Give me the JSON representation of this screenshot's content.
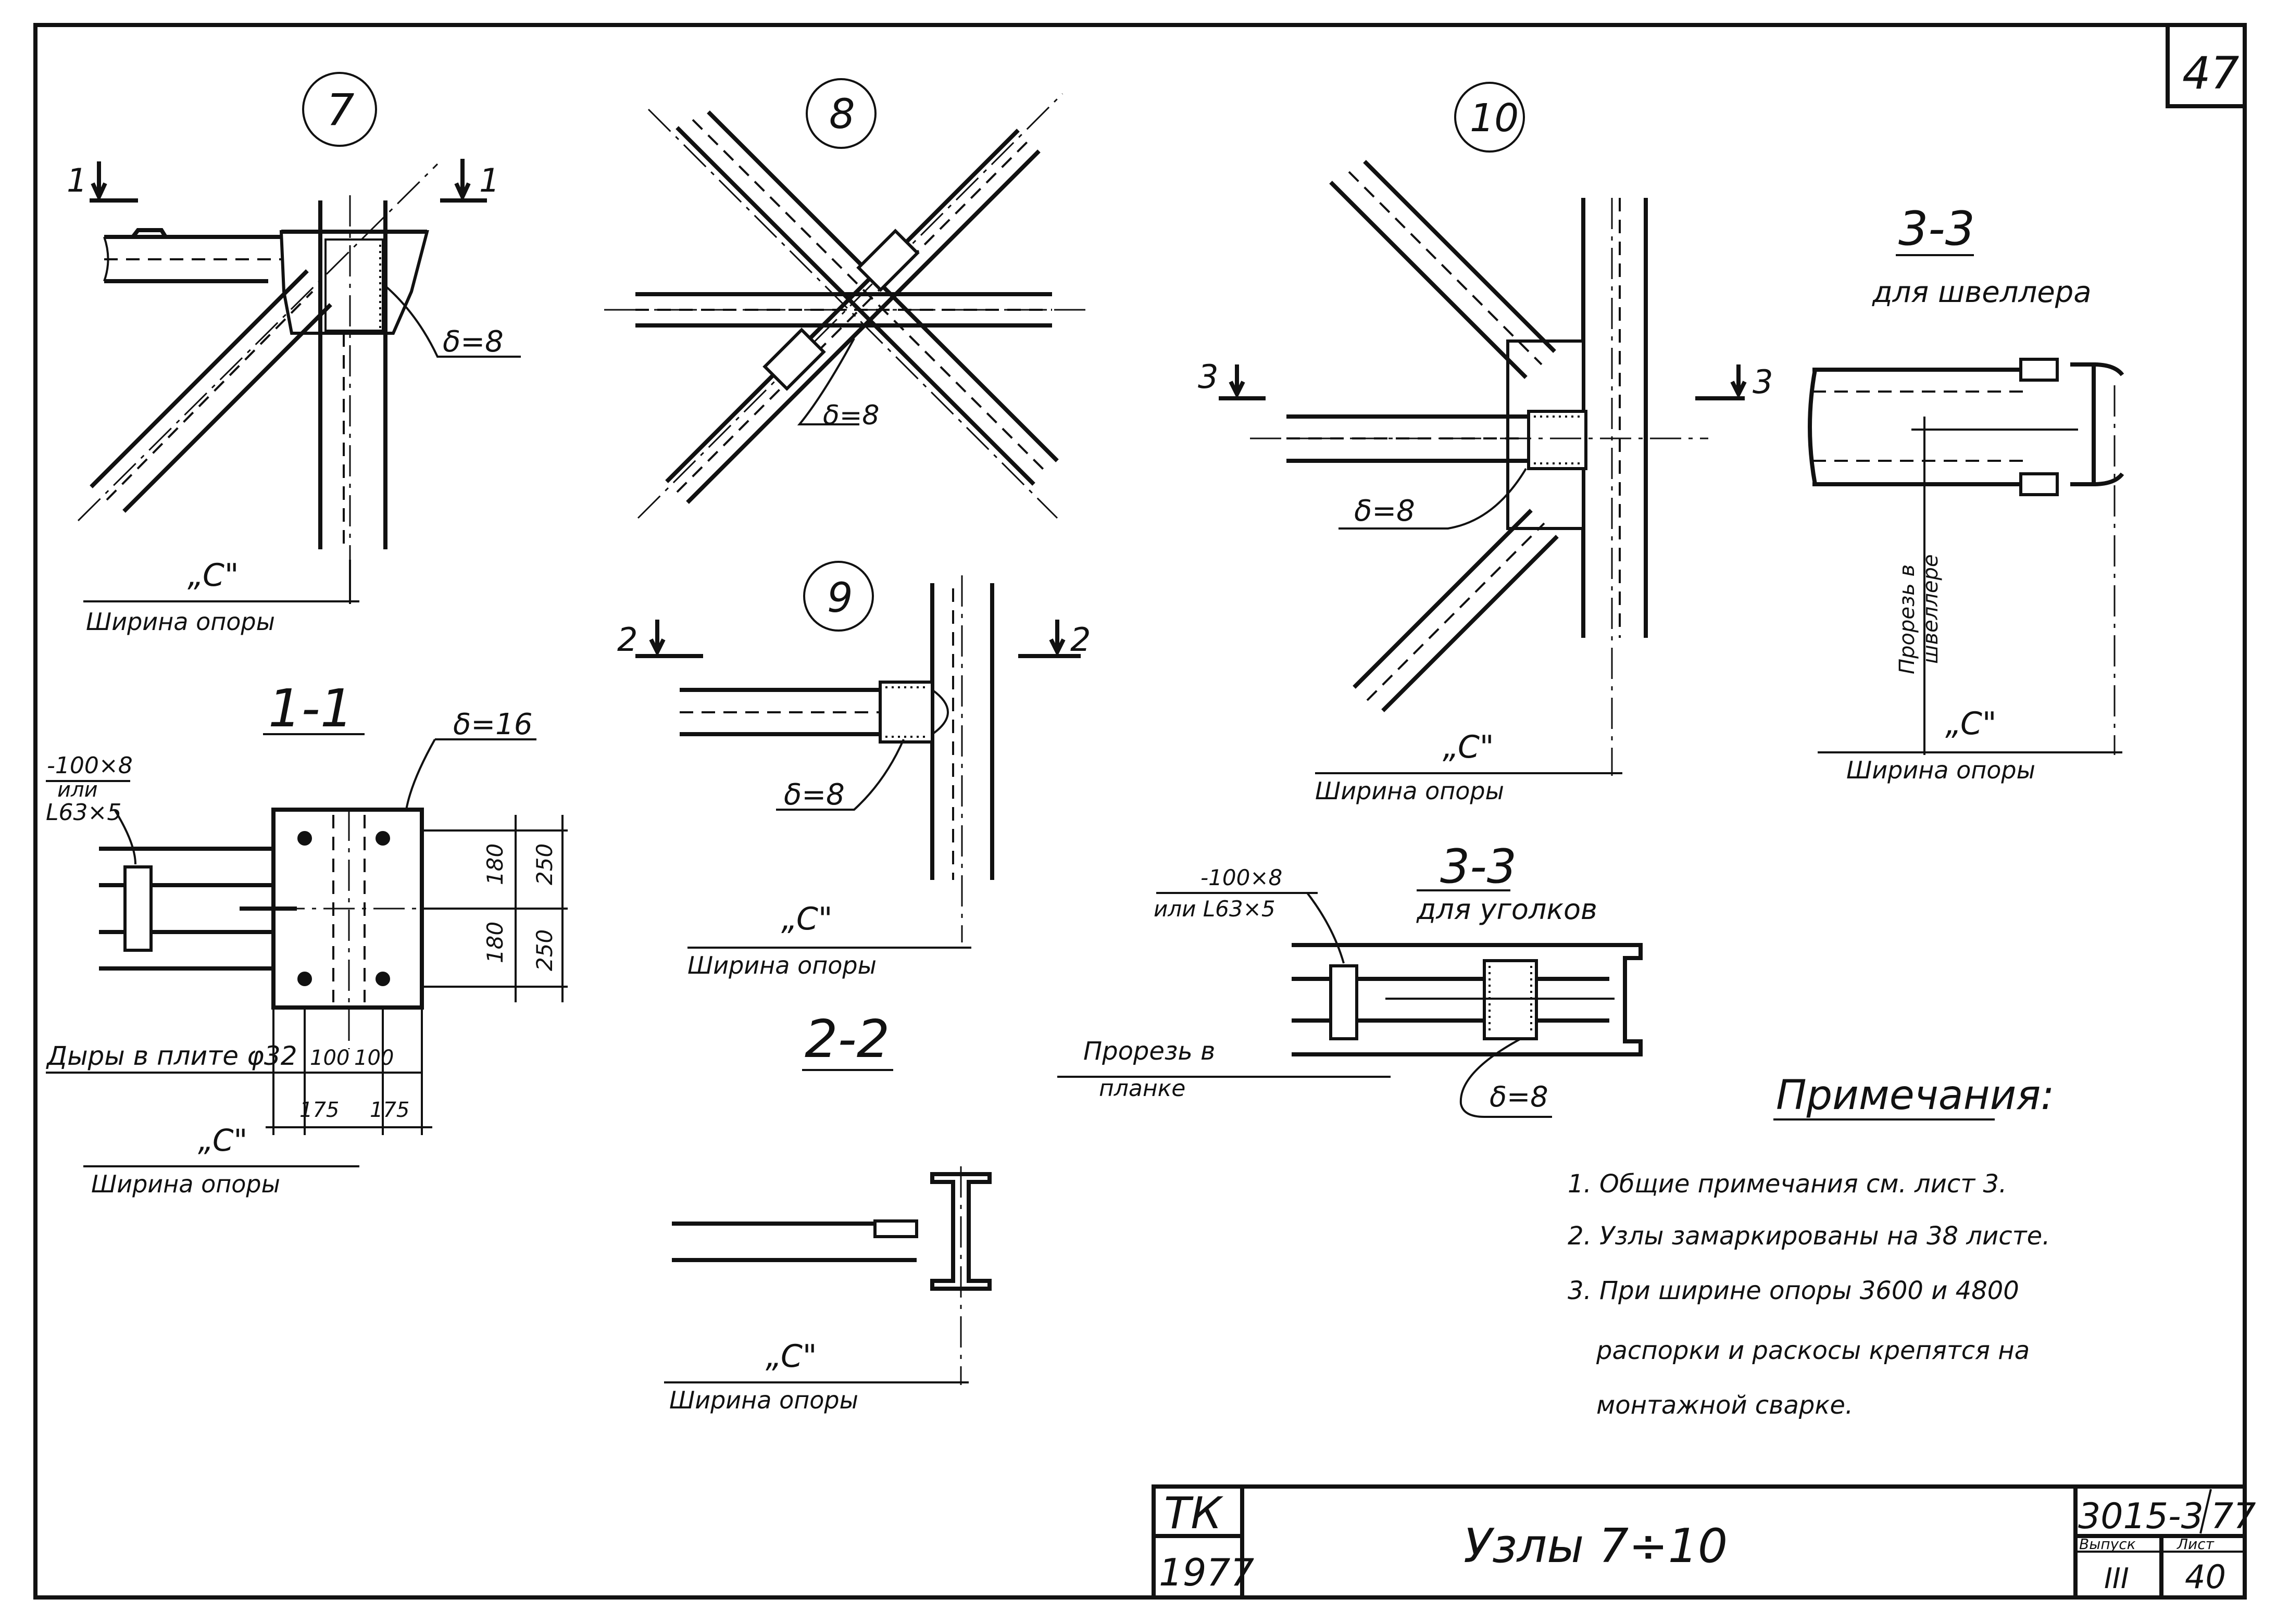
{
  "sheet_number": "47",
  "nodes": {
    "n7": {
      "label": "7",
      "sect_left": "1",
      "sect_right": "1",
      "weld": "δ=8",
      "c_mark": "„C\"",
      "support_width": "Ширина опоры"
    },
    "n8": {
      "label": "8",
      "weld": "δ=8"
    },
    "n9": {
      "label": "9",
      "sect_left": "2",
      "sect_right": "2",
      "weld": "δ=8",
      "c_mark": "„C\"",
      "support_width": "Ширина опоры"
    },
    "n10": {
      "label": "10",
      "sect_left": "3",
      "sect_right": "3",
      "weld": "δ=8",
      "c_mark": "„C\"",
      "support_width": "Ширина опоры"
    }
  },
  "section_1_1": {
    "title": "1-1",
    "plate_thickness": "δ=16",
    "member_a": "-100×8",
    "member_or": "или",
    "member_b": "L63×5",
    "dim_180_top": "180",
    "dim_180_bot": "180",
    "dim_250_top": "250",
    "dim_250_bot": "250",
    "holes_note": "Дыры в плите φ32",
    "dim_100_a": "100",
    "dim_100_b": "100",
    "dim_175_a": "175",
    "dim_175_b": "175",
    "c_mark": "„C\"",
    "support_width": "Ширина опоры"
  },
  "section_2_2": {
    "title": "2-2",
    "c_mark": "„C\"",
    "support_width": "Ширина опоры"
  },
  "section_3_3_channel": {
    "title": "3-3",
    "subtitle": "для швеллера",
    "slot_note_1": "Прорезь в",
    "slot_note_2": "швеллере",
    "c_mark": "„C\"",
    "support_width": "Ширина опоры"
  },
  "section_3_3_angles": {
    "title": "3-3",
    "subtitle": "для уголков",
    "member_a": "-100×8",
    "member_b": "или L63×5",
    "slot_note_1": "Прорезь в",
    "slot_note_2": "планке",
    "weld": "δ=8"
  },
  "notes": {
    "title": "Примечания:",
    "items": [
      "1. Общие примечания см. лист 3.",
      "2. Узлы замаркированы на 38 листе.",
      "3. При ширине опоры 3600 и 4800",
      "распорки и раскосы крепятся на",
      "монтажной сварке."
    ]
  },
  "title_block": {
    "org": "ТК",
    "year": "1977",
    "title": "Узлы 7÷10",
    "series": "3015-3",
    "series_year": "77",
    "issue_label": "Выпуск",
    "issue": "III",
    "sheet_label": "Лист",
    "sheet": "40"
  }
}
